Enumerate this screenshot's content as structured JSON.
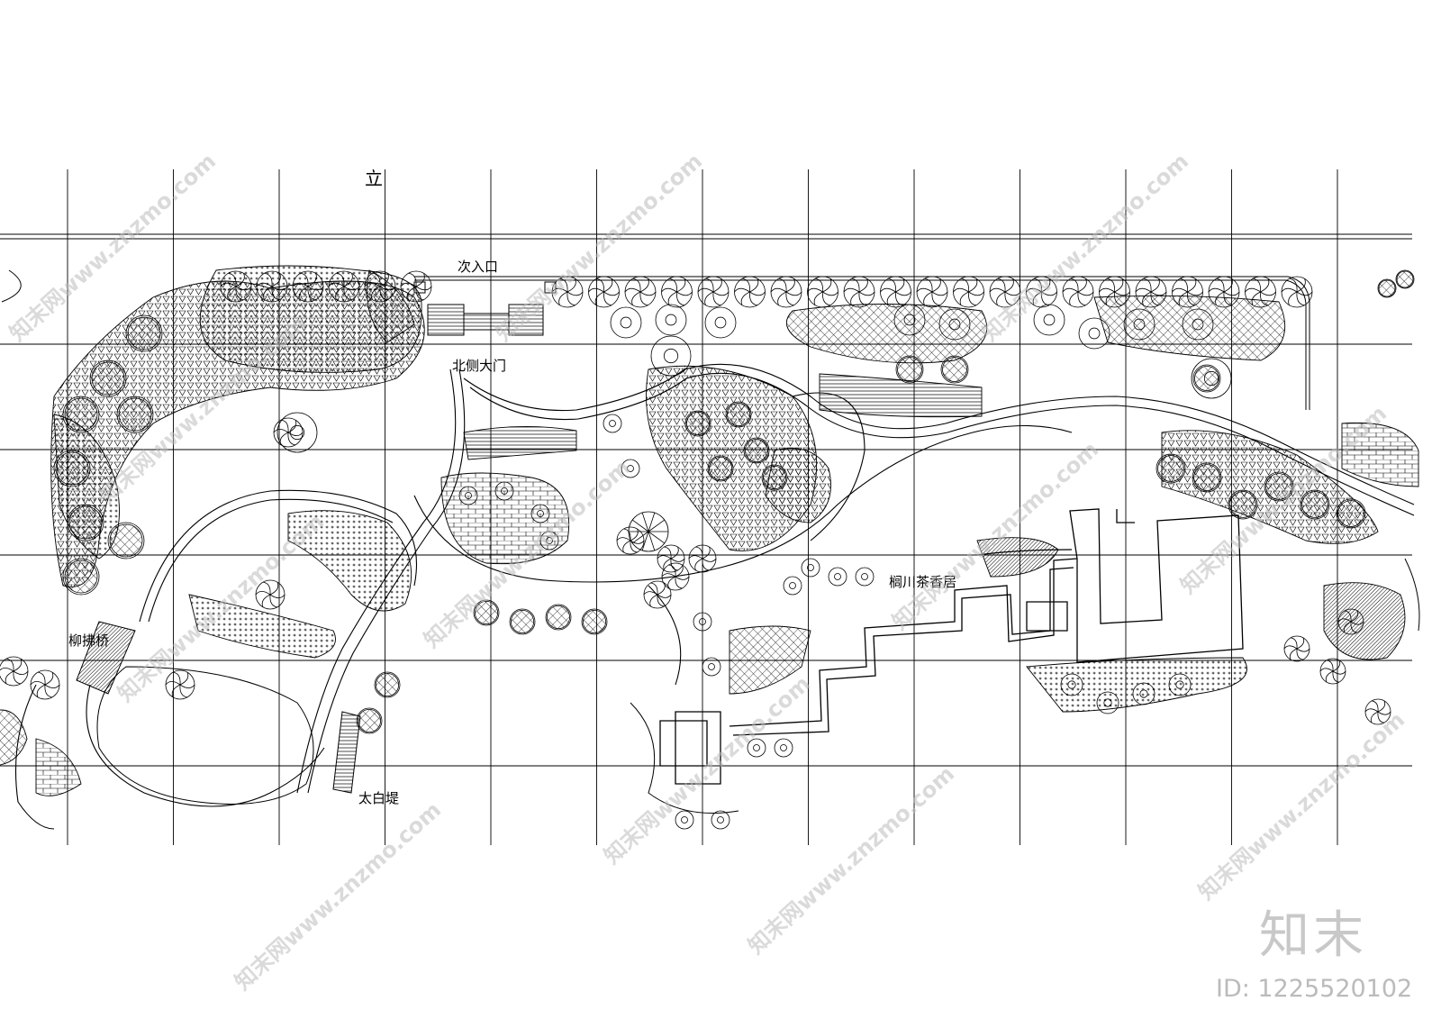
{
  "labels": {
    "secondary_entrance": "次入口",
    "north_gate": "北侧大门",
    "willow_bridge": "柳拂桥",
    "taibai_dike": "太白堤",
    "tea_house": "榈川茶香居",
    "corner_mark": "立"
  },
  "watermark": {
    "text": "知末网www.znzmo.com"
  },
  "branding": {
    "logo_text": "知末",
    "id_text": "ID: 1225520102"
  }
}
